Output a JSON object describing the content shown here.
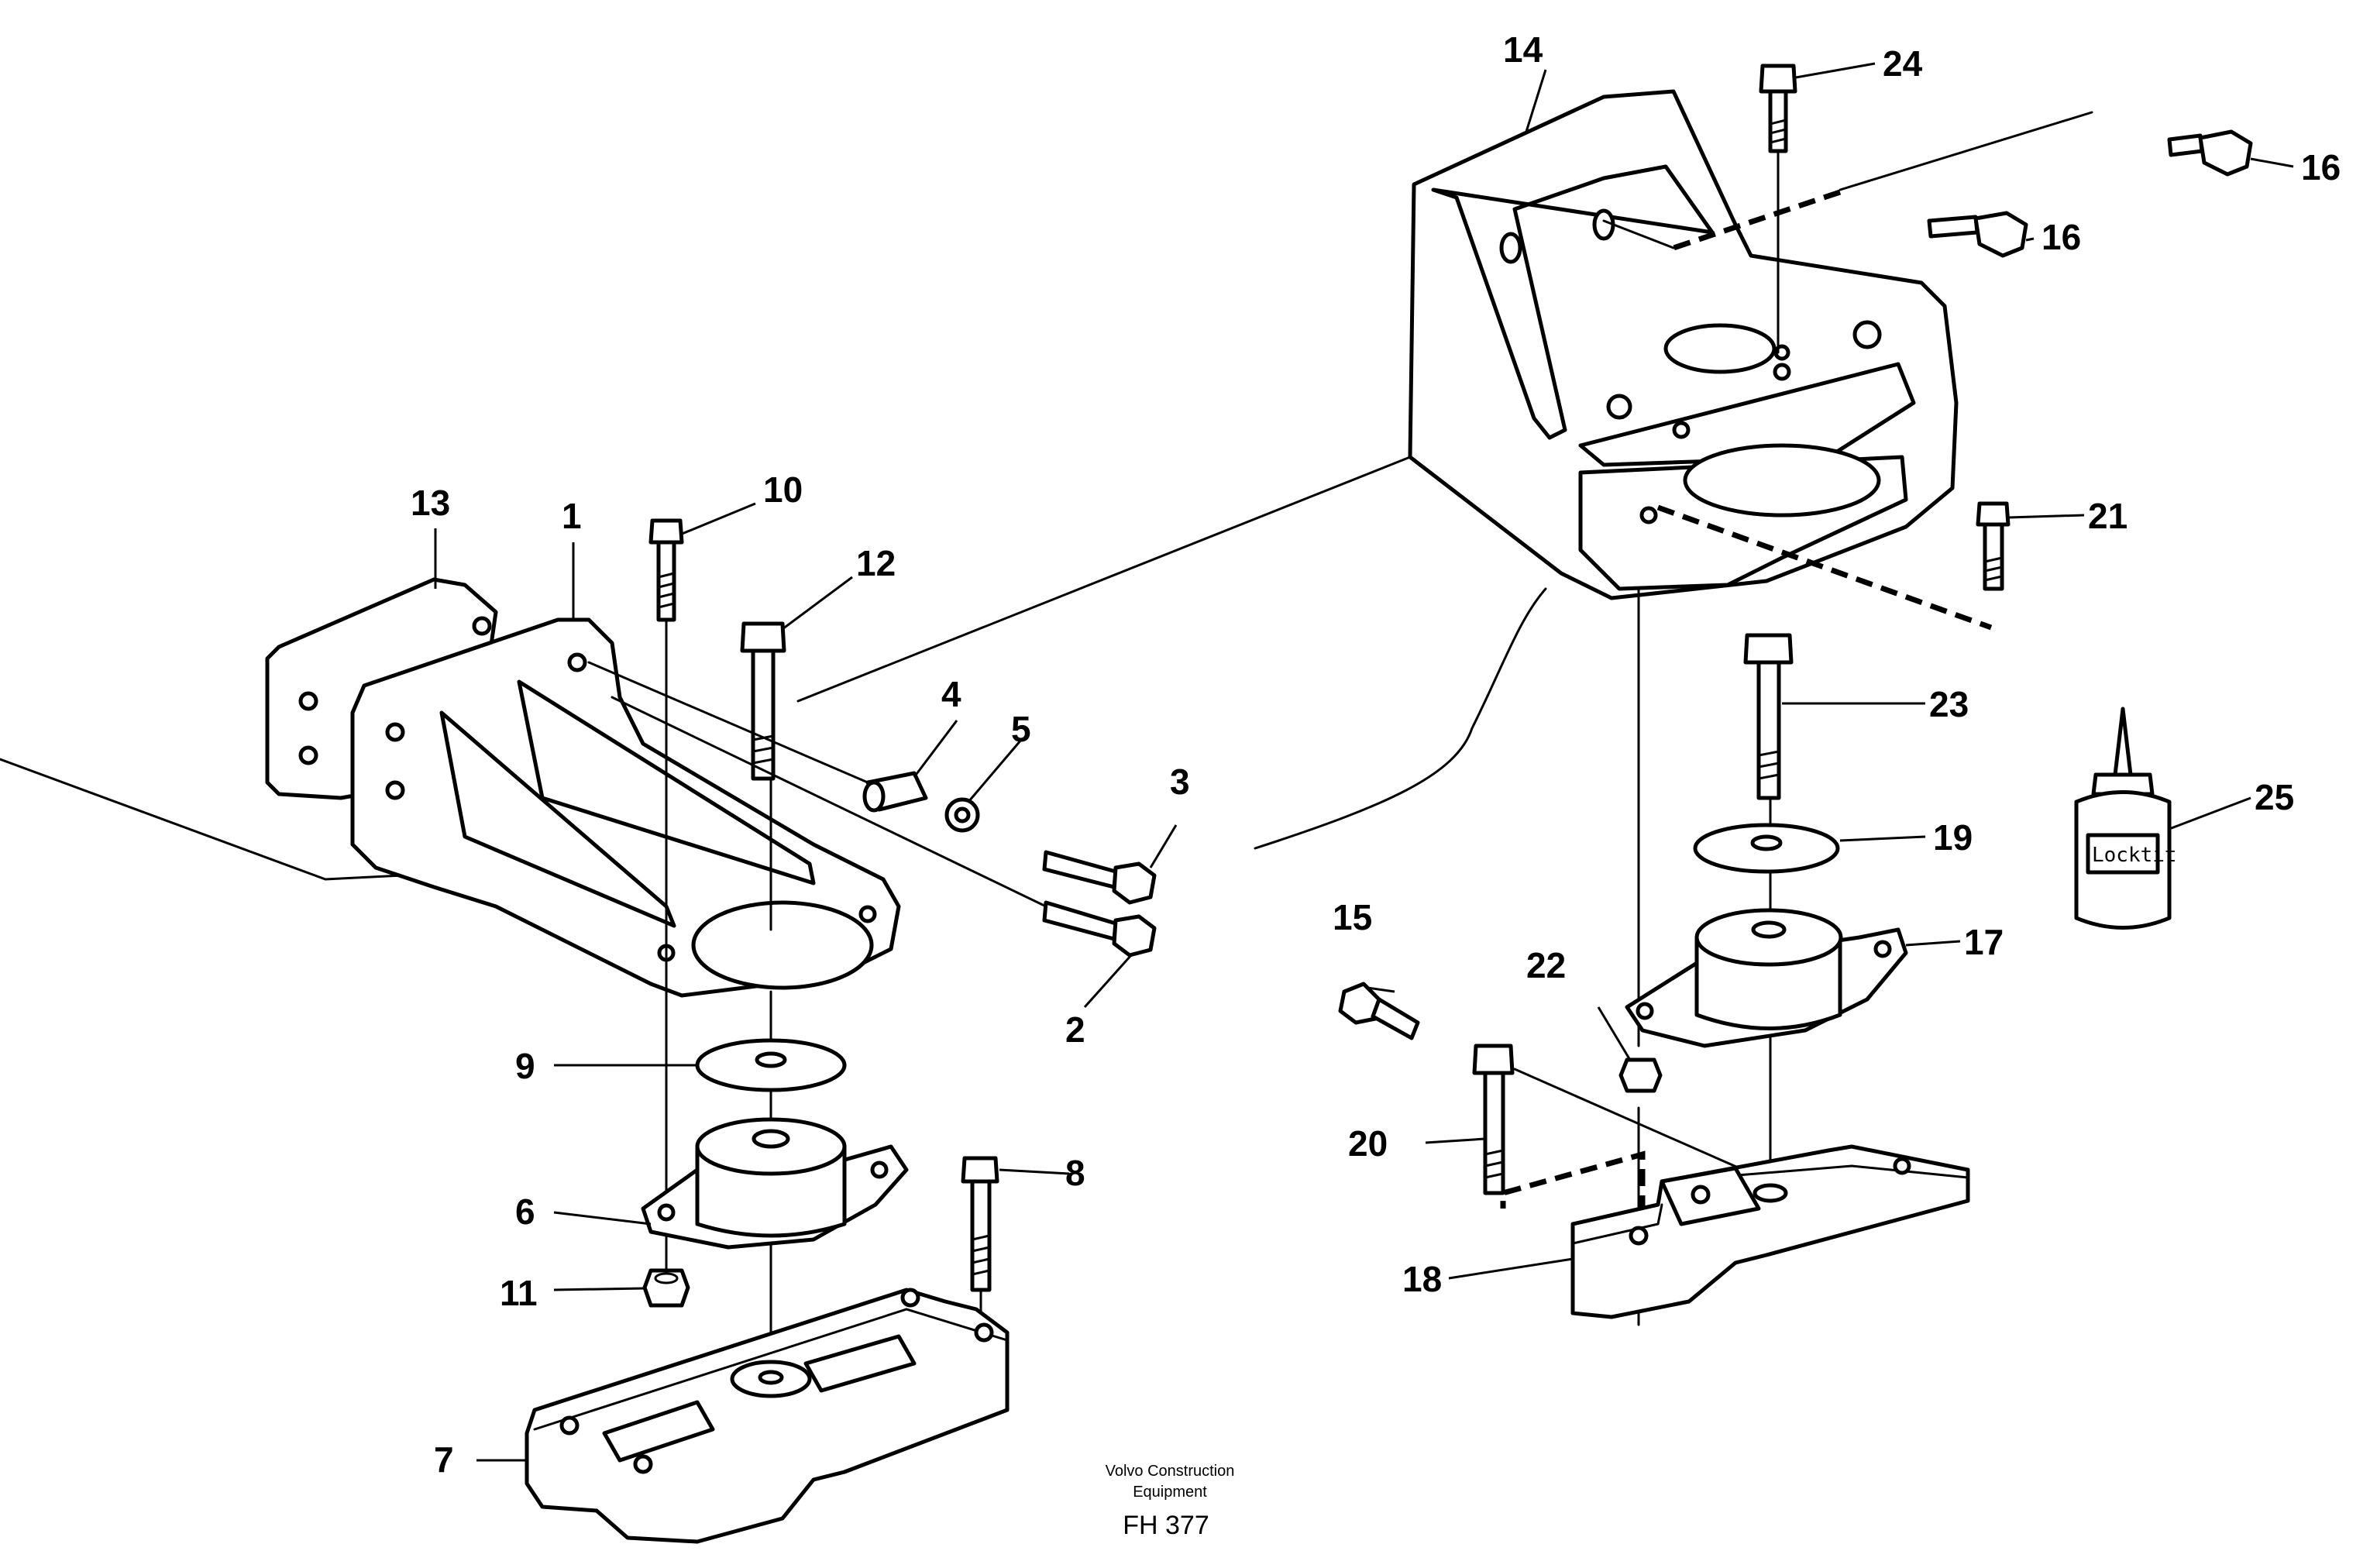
{
  "diagram": {
    "callouts": [
      "1",
      "2",
      "3",
      "4",
      "5",
      "6",
      "7",
      "8",
      "9",
      "10",
      "11",
      "12",
      "13",
      "14",
      "15",
      "16",
      "16",
      "17",
      "18",
      "19",
      "20",
      "21",
      "22",
      "23",
      "24",
      "25"
    ],
    "bottle_label": "Locktit",
    "caption": {
      "line1": "Volvo Construction",
      "line2": "Equipment",
      "code": "FH 377"
    }
  }
}
